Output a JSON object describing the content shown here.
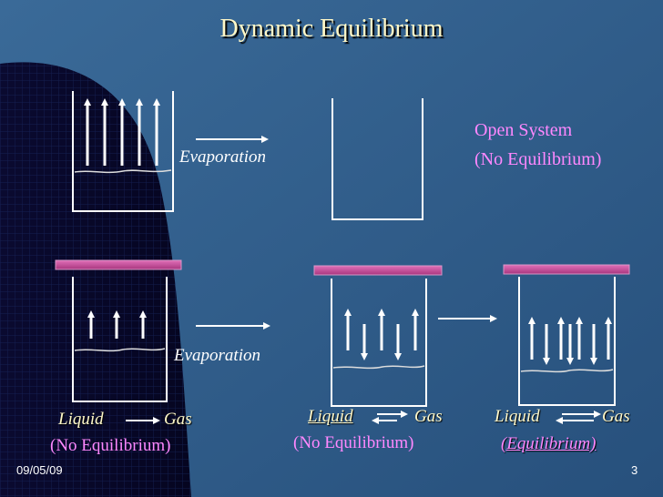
{
  "title": "Dynamic Equilibrium",
  "top_row": {
    "process_label": "Evaporation",
    "status_line1": "Open System",
    "status_line2": "(No Equilibrium)"
  },
  "bottom_row": {
    "process_label": "Evaporation",
    "diagrams": [
      {
        "liquid": "Liquid",
        "gas": "Gas",
        "caption": "(No Equilibrium)"
      },
      {
        "liquid": "Liquid",
        "gas": "Gas",
        "caption": "(No Equilibrium)"
      },
      {
        "liquid": "Liquid",
        "gas": "Gas",
        "caption": "(Equilibrium)"
      }
    ]
  },
  "footer": {
    "date": "09/05/09",
    "page": "3"
  },
  "colors": {
    "background": "#2f5a86",
    "title": "#fff8c8",
    "status": "#ff88ff",
    "lid": "#c84a9a",
    "dark_panel": "#070724"
  }
}
